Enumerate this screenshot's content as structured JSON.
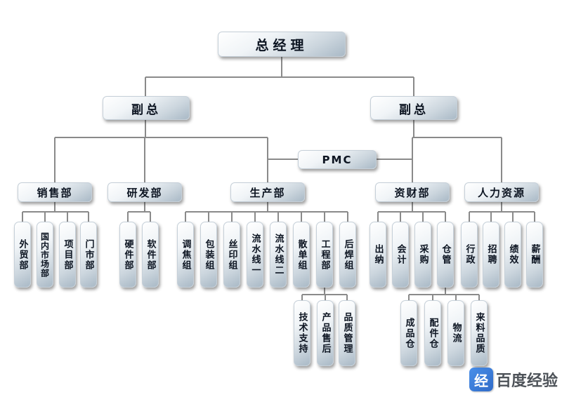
{
  "org": {
    "ceo": "总经理",
    "vps": [
      "副总",
      "副总"
    ],
    "pmc": "PMC",
    "depts": [
      "销售部",
      "研发部",
      "生产部",
      "资财部",
      "人力资源"
    ],
    "sales_children": [
      "外贸部",
      "国内市场部",
      "项目部",
      "门市部"
    ],
    "rd_children": [
      "硬件部",
      "软件部"
    ],
    "prod_children": [
      "调焦组",
      "包装组",
      "丝印组",
      "流水线一",
      "流水线二",
      "散单组",
      "工程部",
      "后焊组"
    ],
    "finance_children": [
      "出纳",
      "会计",
      "采购",
      "仓管"
    ],
    "hr_children": [
      "行政",
      "招聘",
      "绩效",
      "薪酬"
    ],
    "engineering_children": [
      "技术支持",
      "产品售后",
      "品质管理"
    ],
    "warehouse_children": [
      "成品仓",
      "配件仓",
      "物流",
      "来料品质"
    ]
  },
  "watermark": {
    "brand": "百度经验",
    "logo_glyph": "经"
  }
}
